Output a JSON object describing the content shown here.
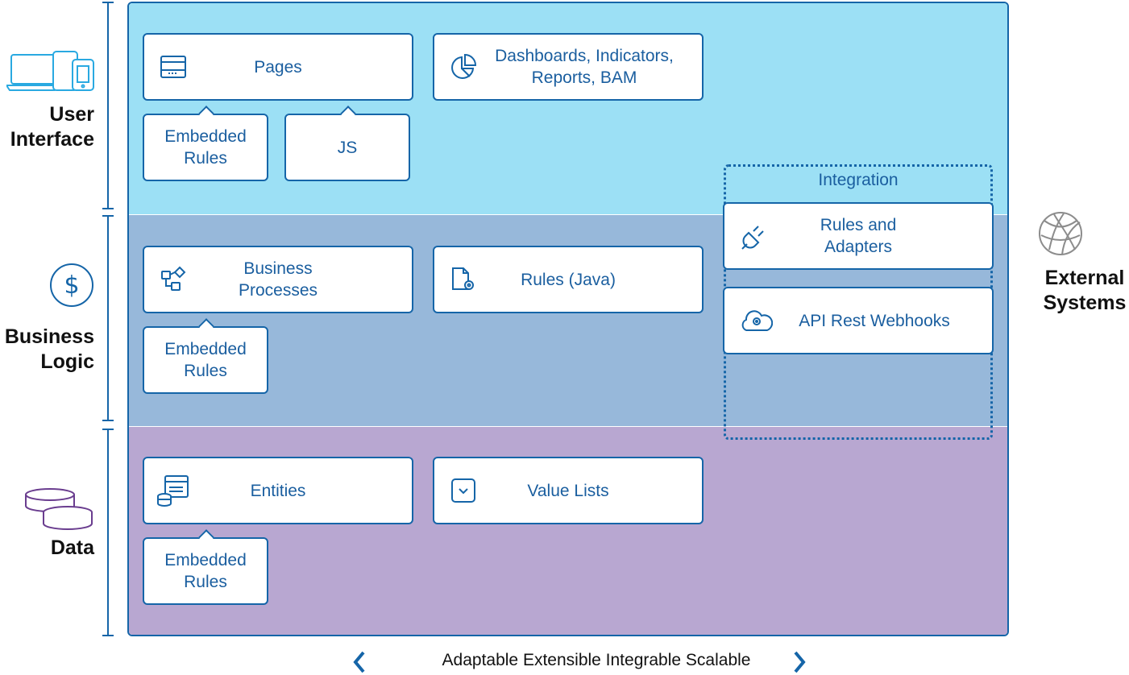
{
  "layers": {
    "ui": "User\nInterface",
    "bl": "Business\nLogic",
    "data": "Data"
  },
  "cards": {
    "pages": "Pages",
    "dashboards": "Dashboards, Indicators,\nReports, BAM",
    "ui_embedded": "Embedded\nRules",
    "js": "JS",
    "business_processes": "Business\nProcesses",
    "rules_java": "Rules (Java)",
    "bl_embedded": "Embedded\nRules",
    "entities": "Entities",
    "value_lists": "Value Lists",
    "data_embedded": "Embedded\nRules",
    "rules_adapters": "Rules and\nAdapters",
    "api_rest": "API Rest Webhooks"
  },
  "integration": {
    "title": "Integration"
  },
  "external": {
    "label": "External\nSystems"
  },
  "footer": {
    "text": "Adaptable Extensible Integrable Scalable"
  },
  "colors": {
    "accent": "#1565a8",
    "ui_band": "#9ce0f5",
    "bl_band": "#97b8da",
    "data_band": "#b8a7d1"
  }
}
